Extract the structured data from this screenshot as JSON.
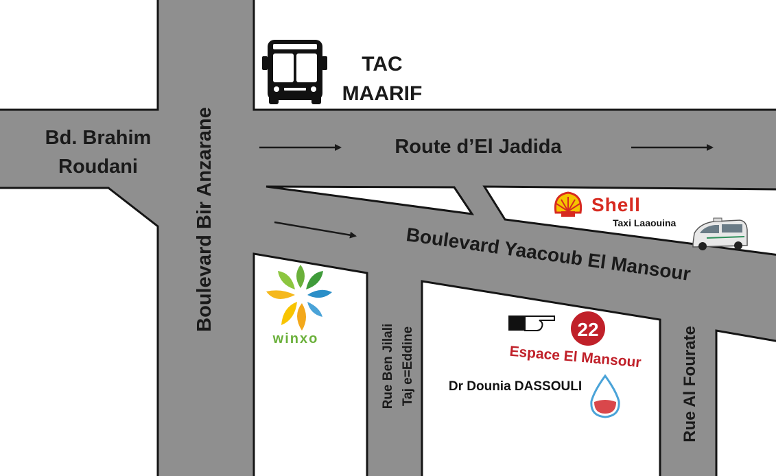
{
  "map": {
    "road_labels": {
      "brahim_line1": "Bd. Brahim",
      "brahim_line2": "Roudani",
      "route_el_jadida": "Route d’El Jadida",
      "bir_anzarane": "Boulevard Bir Anzarane",
      "yaacoub": "Boulevard Yaacoub El Mansour",
      "ben_jilali_line1": "Rue Ben Jilali",
      "ben_jilali_line2": "Taj e=Eddine",
      "al_fourate": "Rue Al Fourate"
    },
    "landmarks": {
      "tac_line1": "TAC",
      "tac_line2": "MAARIF",
      "shell": "Shell",
      "taxi": "Taxi Laaouina",
      "winxo": "winxo",
      "number": "22",
      "espace": "Espace El Mansour",
      "doctor": "Dr Dounia DASSOULI"
    },
    "icons": [
      "bus-icon",
      "shell-logo-icon",
      "taxi-icon",
      "winxo-logo-icon",
      "pointing-hand-icon",
      "water-drop-icon",
      "direction-arrow-icon"
    ],
    "colors": {
      "road": "#8f8f8f",
      "road_outline": "#151515",
      "background": "#ffffff",
      "accent_red": "#c02029",
      "shell_red": "#d72a20",
      "shell_yellow": "#f5c400",
      "winxo_green": "#6ab03a",
      "drop_blue": "#4aa3d8"
    }
  }
}
